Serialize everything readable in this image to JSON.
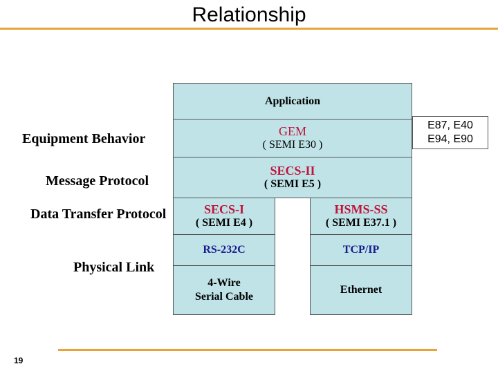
{
  "title": "Relationship",
  "page_number": "19",
  "layers": {
    "equipment_behavior": "Equipment Behavior",
    "message_protocol": "Message Protocol",
    "data_transfer_protocol": "Data Transfer Protocol",
    "physical_link": "Physical Link"
  },
  "stack": {
    "application": "Application",
    "gem": {
      "name": "GEM",
      "std": "( SEMI E30 )"
    },
    "secs2": {
      "name": "SECS-II",
      "std": "( SEMI E5 )"
    },
    "secs1": {
      "name": "SECS-I",
      "std": "( SEMI E4 )"
    },
    "hsms": {
      "name": "HSMS-SS",
      "std": "( SEMI E37.1 )"
    },
    "rs232": "RS-232C",
    "tcpip": "TCP/IP",
    "serial_cable": {
      "line1": "4-Wire",
      "line2": "Serial Cable"
    },
    "ethernet": "Ethernet"
  },
  "related_standards": {
    "line1": "E87, E40",
    "line2": "E94, E90"
  }
}
